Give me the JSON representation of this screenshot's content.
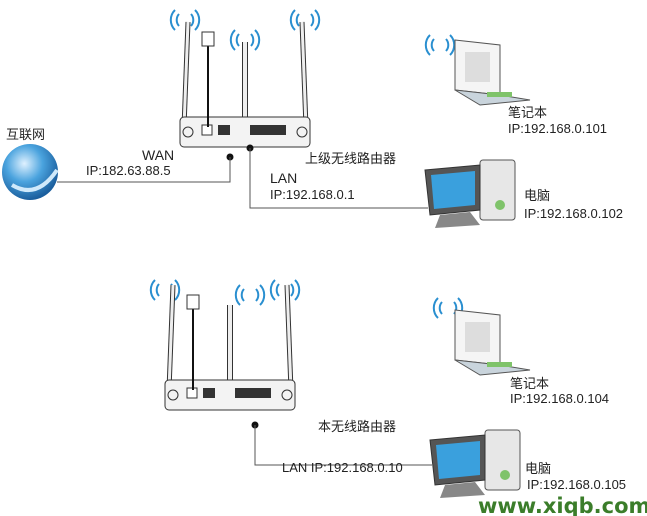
{
  "top": {
    "internet_label": "互联网",
    "wan_label": "WAN",
    "wan_ip": "IP:182.63.88.5",
    "router_label": "上级无线路由器",
    "lan_label": "LAN",
    "lan_ip": "IP:192.168.0.1",
    "laptop_label": "笔记本",
    "laptop_ip": "IP:192.168.0.101",
    "pc_label": "电脑",
    "pc_ip": "IP:192.168.0.102"
  },
  "bottom": {
    "router_label": "本无线路由器",
    "lan_ip": "LAN IP:192.168.0.10",
    "laptop_label": "笔记本",
    "laptop_ip": "IP:192.168.0.104",
    "pc_label": "电脑",
    "pc_ip": "IP:192.168.0.105"
  },
  "watermark": "www.xiqb.com",
  "colors": {
    "wifi": "#2a8fd0",
    "watermark": "#3b7d2a",
    "globe": "#2f86c8"
  }
}
